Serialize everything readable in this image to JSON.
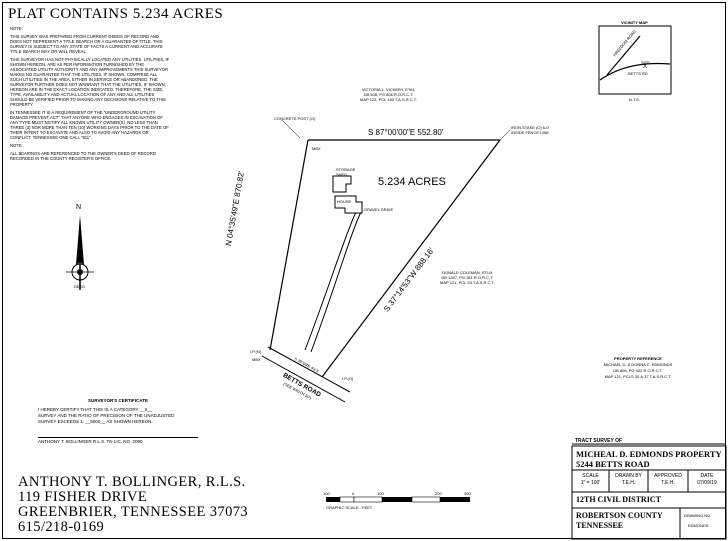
{
  "plat": {
    "title": "PLAT CONTAINS 5.234 ACRES",
    "acreage_label": "5.234 ACRES"
  },
  "notes": {
    "heading": "NOTE:",
    "items": [
      "THIS SURVEY WAS PREPARED FROM CURRENT DEEDS OF RECORD AND DOES NOT REPRESENT A TITLE SEARCH OR A GUARANTEE OF TITLE. THIS SURVEY IS SUBJECT TO ANY STATE OF FACTS A CURRENT AND ACCURATE TITLE SEARCH MAY OR WILL REVEAL.",
      "THIS SURVEYOR HAS NOT PHYSICALLY LOCATED ANY UTILITIES. UTILITIES, IF SHOWN HEREON, ARE AS PER INFORMATION FURNISHED BY THE ASSOCIATED UTILITY AUTHORITY AND ANY IMPROVEMENTS THIS SURVEYOR MAKES NO GUARANTEE THAT THE UTILITIES, IF SHOWN, COMPRISE ALL SUCH UTILITIES IN THE AREA, EITHER IN SERVICE OR ABANDONED. THE SURVEYOR FURTHER DOES NOT WARRANT THAT THE UTILITIES, IF SHOWN, HEREON ARE IN THE EXACT LOCATION INDICATED. THEREFORE, THE SIZE, TYPE, AVAILABILITY AND ACTUAL LOCATION OF ANY AND ALL UTILITIES SHOULD BE VERIFIED PRIOR TO MAKING ANY DECISIONS RELATIVE TO THIS PROPERTY.",
      "IN TENNESSEE IT IS A REQUIREMENT OF THE \"UNDERGROUND UTILITY DAMAGE PREVENT ACT\" THAT ANYONE WHO ENGAGES IN EXCAVATION OF ANY TYPE MUST NOTIFY ALL KNOWN UTILITY OWNER(S), NO LESS THAN THREE (3) NOR MORE THAN TEN (10) WORKING DAYS PRIOR TO THE DATE OF THEIR INTENT TO EXCAVATE AND ALSO TO AVOID ANY HAZARDS OR CONFLICT. TENNESSEE ONE CALL \"811\".",
      "ALL BEARINGS ARE REFERENCED TO THE OWNER'S DEED OF RECORD RECORDED IN THE COUNTY REGISTER'S OFFICE."
    ]
  },
  "certificate": {
    "title": "SURVEYOR'S CERTIFICATE",
    "text_1": "I HEREBY CERTIFY THAT THIS IS A CATEGORY __II__",
    "text_2": "SURVEY AND THE RATIO OF PRECISION OF THE UNADJUSTED",
    "text_3": "SURVEY EXCEEDS 1: __5000__ AS SHOWN HEREON.",
    "signature_line": "ANTHONY T. BOLLINGER R.L.S. TN LIC. NO. 2090"
  },
  "surveyor": {
    "name": "ANTHONY T. BOLLINGER, R.L.S.",
    "address": "119 FISHER DRIVE",
    "city": "GREENBRIER, TENNESSEE 37073",
    "phone": "615/218-0169"
  },
  "vicinity_map": {
    "title": "VICINITY MAP",
    "road_1": "FREEDOM ROAD",
    "road_2": "BETTS RD",
    "site": "SITE",
    "site_mark": "X",
    "nts": "N.T.S."
  },
  "boundary": {
    "north_line": "S 87°00'00\"E   552.80'",
    "west_line": "N 04°35'49\"E   870.82'",
    "east_line": "S 37°14'53\"W   888.16'",
    "concrete_post": "CONCRETE POST (O)",
    "iron_pin_ne": "IRON STAKE (O) 6.0' INSIDE FENCE LINE",
    "iron_pin_sw": "I.P.(N)",
    "iron_pin_se": "I.P.(O)",
    "mailbox": "MBX",
    "house": "HOUSE",
    "gravel_drive": "GRAVEL DRIVE",
    "storage": "STORAGE SHED",
    "road": "BETTS ROAD",
    "road_sub": "(SEE WIDTH 50')",
    "road_station": "S 35°09'E 43.3'"
  },
  "adjoiners": {
    "north": [
      "VICTORIA L. VICKERY, ETAL",
      "DB 508, PG 808 R.O.R.C.T.",
      "MAP 123, PCL 193 T.A.S.R.C.T."
    ],
    "east": [
      "DONALD COLEMAN, ETUX",
      "DB 1267, PG 281 R.O.R.C.T.",
      "MAP 121, PCL 33 T.A.S.R.C.T."
    ]
  },
  "property_reference": {
    "title": "PROPERTY REFERENCE",
    "lines": [
      "MICHAEL D. & DONNA C. EDMONDS",
      "DB 806, PG 422 R.O.R.C.T.",
      "MAP 121, PCLS 30 & 37 T.A.S.R.C.T."
    ]
  },
  "scale_bar": {
    "ticks": [
      "100",
      "0",
      "100",
      "200",
      "300"
    ],
    "caption": "GRAPHIC SCALE - FEET"
  },
  "north_arrow": {
    "label": "N",
    "sublabel": "DEED"
  },
  "title_block": {
    "heading": "TRACT SURVEY OF",
    "owner": "MICHEAL D. EDMONDS PROPERTY",
    "address": "5244 BETTS ROAD",
    "scale_label": "SCALE",
    "scale_value": "1\" = 100'",
    "drawn_label": "DRAWN BY",
    "drawn_value": "T.E.H.",
    "approved_label": "APPROVED",
    "approved_value": "T.E.H.",
    "date_label": "DATE",
    "date_value": "07/09/19",
    "district": "12TH CIVIL DISTRICT",
    "county": "ROBERTSON COUNTY",
    "state": "TENNESSEE",
    "drawing_label": "DRAWING NO.",
    "drawing_value": "EDMONDS"
  }
}
